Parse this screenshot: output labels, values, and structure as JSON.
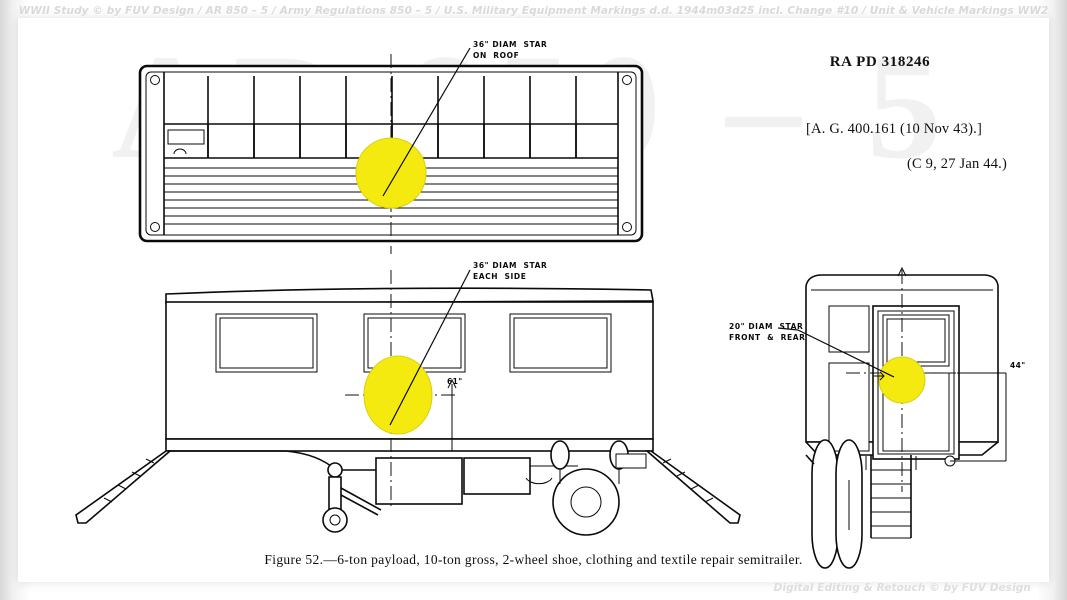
{
  "banner": {
    "top": "WWII Study © by FUV Design / AR 850 – 5 / Army Regulations 850 – 5 / U.S. Military Equipment Markings d.d. 1944m03d25 incl. Change #10 / Unit & Vehicle Markings WW2",
    "bottom": "Digital Editing & Retouch © by FUV Design"
  },
  "watermark": {
    "text": "AR 850 – 5"
  },
  "doc_refs": {
    "ra_pd": "RA PD 318246",
    "ag_line": "[A. G. 400.161 (10 Nov 43).]",
    "change_line": "(C 9, 27 Jan 44.)"
  },
  "callouts": {
    "roof": "36\" DIAM  STAR\nON  ROOF",
    "side": "36\" DIAM  STAR\nEACH  SIDE",
    "rear": "20\" DIAM  STAR\nFRONT  &  REAR"
  },
  "dimensions": {
    "side_star_height": "61\"",
    "rear_star_height": "44\""
  },
  "caption": {
    "text": "Figure 52.—6-ton payload, 10-ton gross, 2-wheel shoe, clothing and textile repair semitrailer."
  },
  "views": {
    "top_view": "roof plan view of semitrailer",
    "side_view": "left side elevation of semitrailer",
    "rear_view": "rear elevation of semitrailer"
  },
  "colors": {
    "star_yellow": "#f5ea10",
    "ink": "#0a0a0a",
    "paper": "#ffffff",
    "watermark_gray": "#f1f1f1"
  }
}
